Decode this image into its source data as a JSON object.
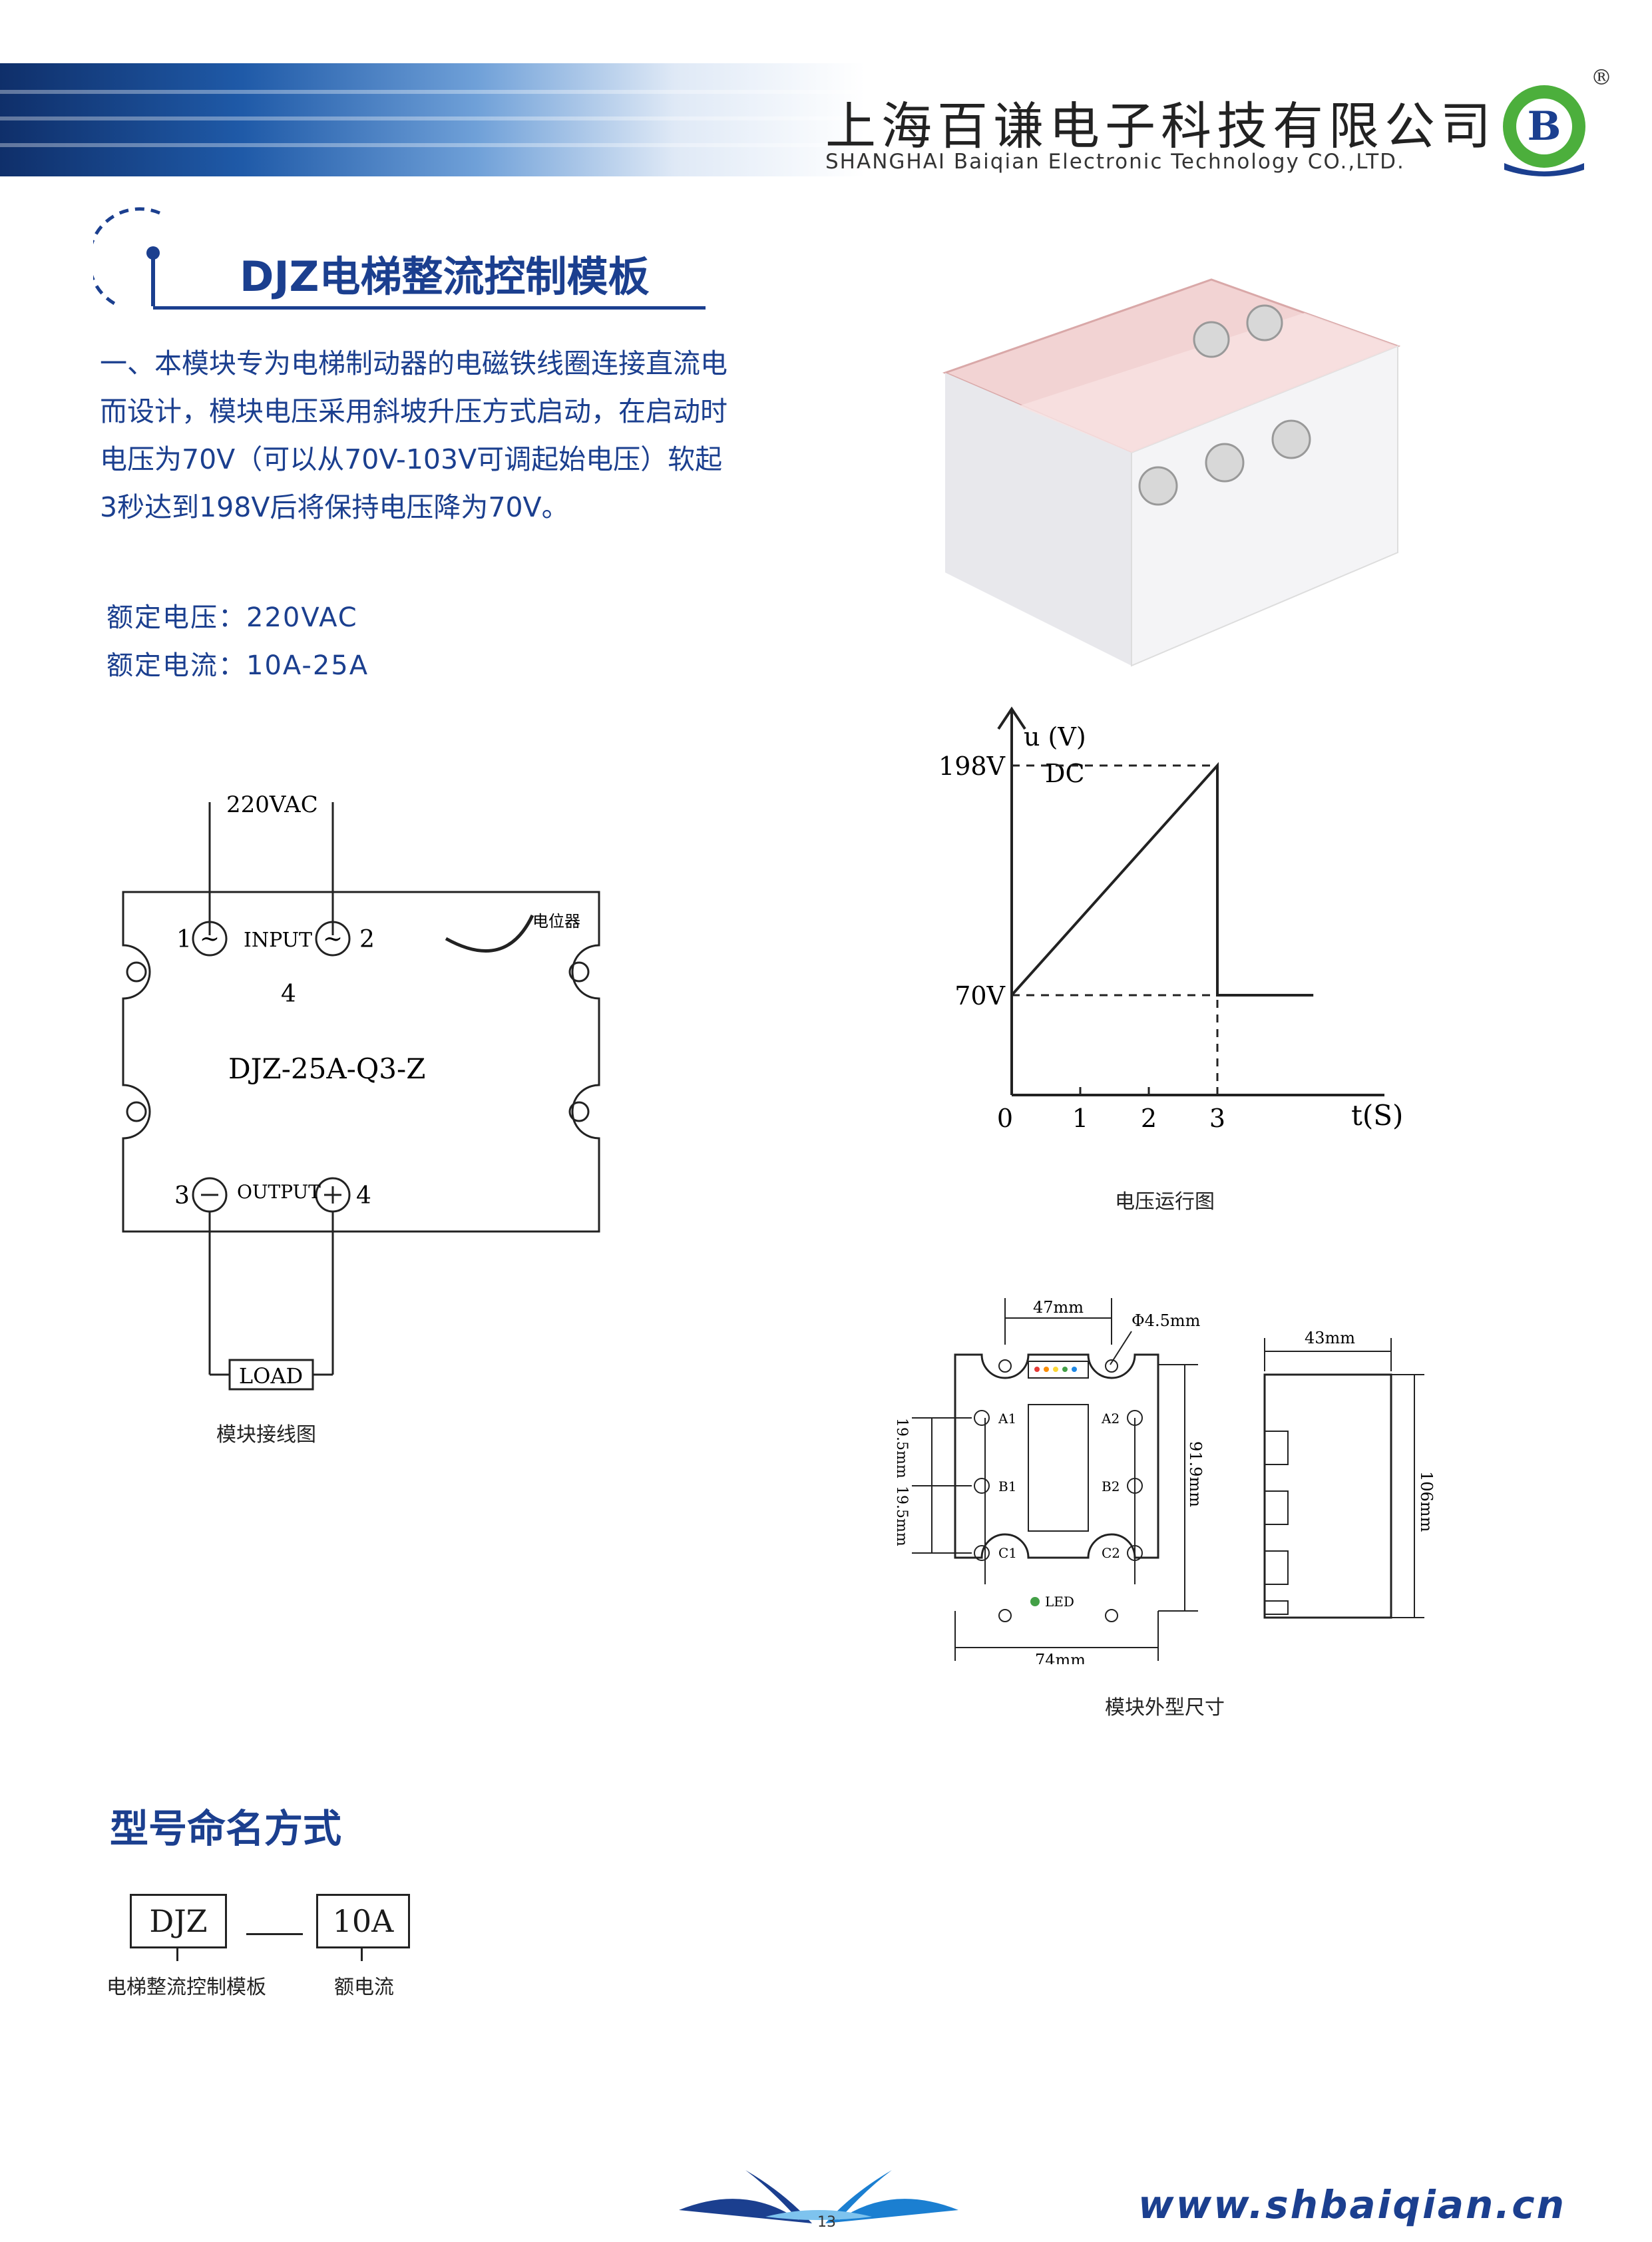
{
  "header": {
    "company_cn": "上海百谦电子科技有限公司",
    "company_en": "SHANGHAI  Baiqian Electronic Technology CO.,LTD.",
    "logo_letter": "B",
    "registered_mark": "®"
  },
  "section": {
    "title": "DJZ电梯整流控制模板",
    "intro": "一、本模块专为电梯制动器的电磁铁线圈连接直流电而设计，模块电压采用斜坡升压方式启动，在启动时电压为70V（可以从70V-103V可调起始电压）软起3秒达到198V后将保持电压降为70V。",
    "rated_voltage": "额定电压：220VAC",
    "rated_current": "额定电流：10A-25A"
  },
  "wiring": {
    "caption": "模块接线图",
    "supply": "220VAC",
    "pin1": "1",
    "pin2": "2",
    "pin3": "3",
    "pin4": "4",
    "input_label": "INPUT",
    "output_label": "OUTPUT",
    "center_num": "4",
    "model": "DJZ-25A-Q3-Z",
    "pot_label": "电位器",
    "load_label": "LOAD"
  },
  "voltage_chart": {
    "caption": "电压运行图",
    "y_label": "u (V)",
    "y_sub": "DC",
    "x_label": "t(S)",
    "tick_198": "198V",
    "tick_70": "70V",
    "x_ticks": [
      "0",
      "1",
      "2",
      "3"
    ]
  },
  "chart_data": {
    "type": "line",
    "x": [
      0,
      3,
      3,
      4.4
    ],
    "series": [
      {
        "values": [
          70,
          198,
          70,
          70
        ]
      }
    ],
    "xlabel": "t(S)",
    "ylabel": "u (V)",
    "y_ticks": [
      "70V",
      "198V"
    ],
    "x_ticks": [
      "0",
      "1",
      "2",
      "3"
    ]
  },
  "dimensions": {
    "caption": "模块外型尺寸",
    "d47": "47mm",
    "hole": "Φ4.5mm",
    "d19a": "19.5mm",
    "d19b": "19.5mm",
    "d91": "91.9mm",
    "d74": "74mm",
    "d43": "43mm",
    "d106": "106mm",
    "a1": "A1",
    "a2": "A2",
    "b1": "B1",
    "b2": "B2",
    "c1": "C1",
    "c2": "C2",
    "led": "LED"
  },
  "naming": {
    "title": "型号命名方式",
    "box1": "DJZ",
    "box2": "10A",
    "label1": "电梯整流控制模板",
    "label2": "额电流"
  },
  "footer": {
    "website": "www.shbaiqian.cn",
    "page_number": "13"
  },
  "colors": {
    "brand_blue": "#1b3f8f",
    "logo_green": "#4caf3c"
  }
}
